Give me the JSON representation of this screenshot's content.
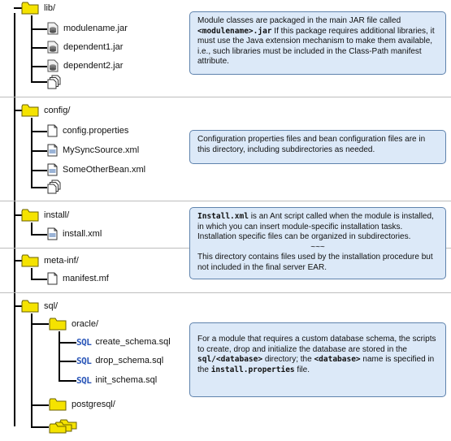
{
  "tree": {
    "lib": {
      "label": "lib/",
      "files": [
        "modulename.jar",
        "dependent1.jar",
        "dependent2.jar"
      ]
    },
    "config": {
      "label": "config/",
      "files": [
        "config.properties",
        "MySyncSource.xml",
        "SomeOtherBean.xml"
      ]
    },
    "install": {
      "label": "install/",
      "files": [
        "install.xml"
      ]
    },
    "meta_inf": {
      "label": "meta-inf/",
      "files": [
        "manifest.mf"
      ]
    },
    "sql": {
      "label": "sql/",
      "oracle": {
        "label": "oracle/",
        "sql_tag": "SQL",
        "files": [
          "create_schema.sql",
          "drop_schema.sql",
          "init_schema.sql"
        ]
      },
      "postgresql": {
        "label": "postgresql/"
      }
    }
  },
  "notes": {
    "lib": {
      "p1": "Module classes are packaged in the main JAR file called",
      "code1": "<modulename>.jar",
      "p2": " If this package requires additional libraries, it must use the Java extension mechanism to make them available, i.e., such libraries must be included in the Class-Path manifest attribute."
    },
    "config": {
      "p1": "Configuration properties files and bean configuration files are in this directory, including subdirectories as needed."
    },
    "install": {
      "code1": "Install.xml",
      "p1": " is an Ant script called when the module is installed, in which you can insert module-specific installation tasks. Installation specific files can be organized in subdirectories.",
      "divider": "~~~",
      "p2": "This directory contains files used by the installation procedure but not included in the final server EAR."
    },
    "sql": {
      "p1": "For a module that requires a custom database schema, the scripts to create, drop and initialize the database are stored in the ",
      "code1": "sql/<database>",
      "p2": " directory; the ",
      "code2": "<database>",
      "p3": " name is specified in the ",
      "code3": "install.properties",
      "p4": " file."
    }
  },
  "colors": {
    "folder_fill": "#f5e300",
    "folder_stroke": "#6b6200",
    "note_fill": "#dce9f8",
    "note_border": "#5f83ad",
    "sql_tag": "#2a56b8"
  }
}
